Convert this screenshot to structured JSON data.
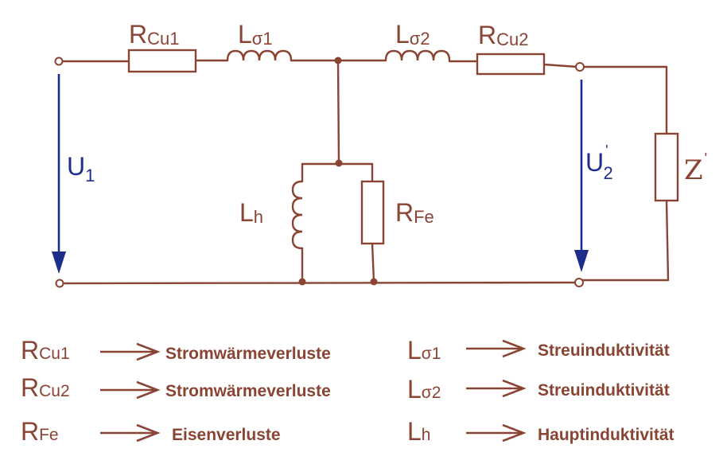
{
  "components": {
    "rcu1": {
      "main": "R",
      "sub": "Cu1"
    },
    "lsigma1": {
      "main": "L",
      "sub": "σ1"
    },
    "lsigma2": {
      "main": "L",
      "sub": "σ2"
    },
    "rcu2": {
      "main": "R",
      "sub": "Cu2"
    },
    "lh": {
      "main": "L",
      "sub": "h"
    },
    "rfe": {
      "main": "R",
      "sub": "Fe"
    },
    "z": {
      "main": "Z",
      "sup": "'"
    }
  },
  "voltages": {
    "u1": {
      "main": "U",
      "sub": "1"
    },
    "u2": {
      "main": "U",
      "sub": "2",
      "sup": "'"
    }
  },
  "legend": [
    {
      "sym_main": "R",
      "sym_sub": "Cu1",
      "text": "Stromwärmeverluste"
    },
    {
      "sym_main": "R",
      "sym_sub": "Cu2",
      "text": "Stromwärmeverluste"
    },
    {
      "sym_main": "R",
      "sym_sub": "Fe",
      "text": "Eisenverluste"
    },
    {
      "sym_main": "L",
      "sym_sub": "σ1",
      "text": "Streuinduktivität"
    },
    {
      "sym_main": "L",
      "sym_sub": "σ2",
      "text": "Streuinduktivität"
    },
    {
      "sym_main": "L",
      "sym_sub": "h",
      "text": "Hauptinduktivität"
    }
  ],
  "colors": {
    "circuit": "#8a4434",
    "voltage_arrows": "#1c2e8c",
    "background": "#ffffff"
  }
}
